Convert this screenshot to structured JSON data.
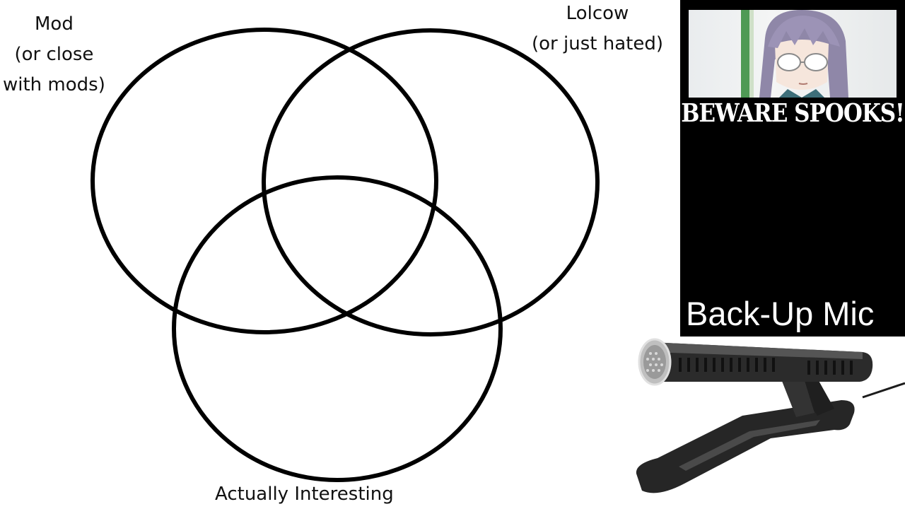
{
  "diagram": {
    "type": "venn",
    "sets": [
      {
        "id": "mod",
        "label_lines": [
          "Mod",
          "(or close",
          "with mods)"
        ]
      },
      {
        "id": "lolcow",
        "label_lines": [
          "Lolcow",
          "(or just hated)"
        ]
      },
      {
        "id": "interesting",
        "label_lines": [
          "Actually Interesting"
        ]
      }
    ]
  },
  "overlay": {
    "meme_caption": "BEWARE SPOOKS!",
    "mic_label": "Back-Up Mic",
    "background_color": "#000000",
    "text_color": "#ffffff"
  },
  "icons": {
    "meme_image": "anime-character-with-glasses",
    "mic_image": "shotgun-microphone-on-stand"
  }
}
